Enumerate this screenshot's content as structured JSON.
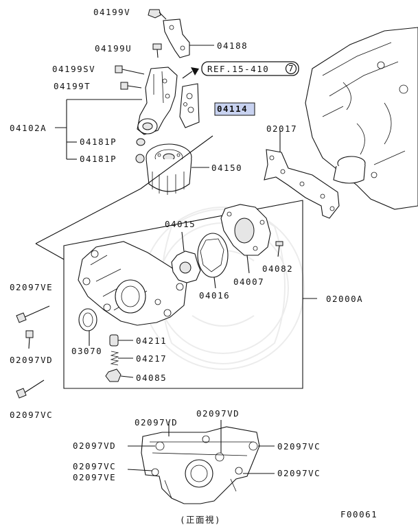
{
  "parts": {
    "p04199V": "04199V",
    "p04199U": "04199U",
    "p04188": "04188",
    "p04199SV": "04199SV",
    "ref": "REF.15-410",
    "ref_num": "7",
    "p04199T": "04199T",
    "p04114": "04114",
    "p02017": "02017",
    "p04102A": "04102A",
    "p04181P_1": "04181P",
    "p04181P_2": "04181P",
    "p04150": "04150",
    "p04015": "04015",
    "p04082": "04082",
    "p04007": "04007",
    "p04016": "04016",
    "p02000A": "02000A",
    "p02097VE_left": "02097VE",
    "p02097VD_left": "02097VD",
    "p02097VC_left": "02097VC",
    "p03070": "03070",
    "p04211": "04211",
    "p04217": "04217",
    "p04085": "04085",
    "b_02097VD_top": "02097VD",
    "b_02097VD_top2": "02097VD",
    "b_02097VD_left": "02097VD",
    "b_02097VC_right": "02097VC",
    "b_02097VC_left": "02097VC",
    "b_02097VE_left": "02097VE",
    "b_02097VC_right2": "02097VC"
  },
  "view_caption": "(正面視)",
  "figure_code": "F00061",
  "highlight_color": "#c8d2f0"
}
